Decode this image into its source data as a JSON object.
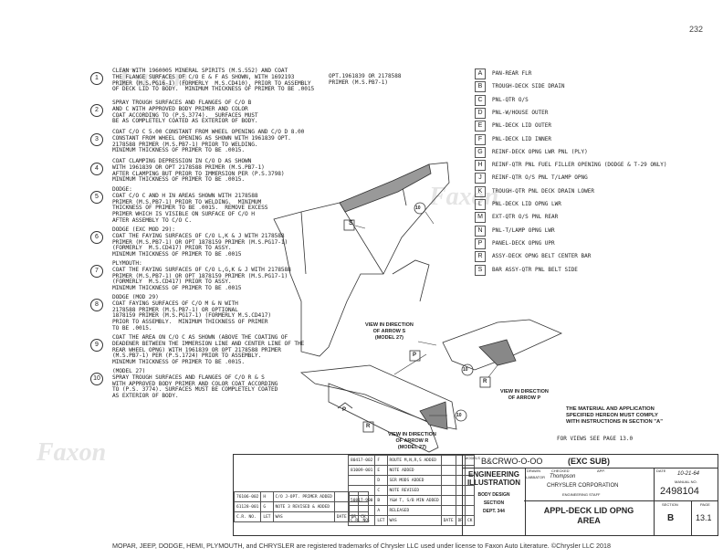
{
  "page_number": "232",
  "watermark": "Faxon AUTO LITERATURE",
  "notes": [
    {
      "num": "1",
      "text": "CLEAN WITH 1960005 MINERAL SPIRITS (M.S.552) AND COAT\nTHE FLANGE SURFACES OF C/O E & F AS SHOWN, WITH 1692193\nPRIMER (M.S.PG16-1) (FORMERLY  M.S.CD410), PRIOR TO ASSEMBLY\nOF DECK LID TO BODY.  MINIMUM THICKNESS OF PRIMER TO BE .0015"
    },
    {
      "num": "2",
      "text": "SPRAY TROUGH SURFACES AND FLANGES OF C/O B\nAND C WITH APPROVED BODY PRIMER AND COLOR\nCOAT ACCORDING TO (P.S.3774).  SURFACES MUST\nBE AS COMPLETELY COATED AS EXTERIOR OF BODY."
    },
    {
      "num": "3",
      "text": "COAT C/O C 5.00 CONSTANT FROM WHEEL OPENING AND C/O D 8.00\nCONSTANT FROM WHEEL OPENING AS SHOWN WITH 1961839 OPT.\n2178588 PRIMER (M.S.PB7-1) PRIOR TO WELDING.\nMINIMUM THICKNESS OF PRIMER TO BE .0015."
    },
    {
      "num": "4",
      "text": "COAT CLAMPING DEPRESSION IN C/O D AS SHOWN\nWITH 1961839 OR OPT 2178588 PRIMER (M.S.PB7-1)\nAFTER CLAMPING BUT PRIOR TO IMMERSION PER (P.S.3798)\nMINIMUM THICKNESS OF PRIMER TO BE .0015."
    },
    {
      "num": "5",
      "text": "DODGE:\nCOAT C/O C AND H IN AREAS SHOWN WITH 2178588\nPRIMER (M.S.PB7-1) PRIOR TO WELDING.  MINIMUM\nTHICKNESS OF PRIMER TO BE .0015.  REMOVE EXCESS\nPRIMER WHICH IS VISIBLE ON SURFACE OF C/O H\nAFTER ASSEMBLY TO C/O C."
    },
    {
      "num": "6",
      "text": "DODGE (EXC MOD 29):\nCOAT THE FAYING SURFACES OF C/O L,K & J WITH 2178588\nPRIMER (M.S.PB7-1) OR OPT 1878159 PRIMER (M.S.PG17-1)\n(FORMERLY  M.S.CD417) PRIOR TO ASSY.\nMINIMUM THICKNESS OF PRIMER TO BE .0015"
    },
    {
      "num": "7",
      "text": "PLYMOUTH:\nCOAT THE FAYING SURFACES OF C/O L,G,K & J WITH 2178588\nPRIMER (M.S.PB7-1) OR OPT 1878159 PRIMER (M.S.PG17-1)\n(FORMERLY  M.S.CD417) PRIOR TO ASSY.\nMINIMUM THICKNESS OF PRIMER TO BE .0015"
    },
    {
      "num": "8",
      "text": "DODGE (MOD 29)\nCOAT FAYING SURFACES OF C/O M & N WITH\n2178588 PRIMER (M.S.PB7-1) OR OPTIONAL\n1878159 PRIMER (M.S.PG17-1) (FORMERLY M.S.CD417)\nPRIOR TO ASSEMBLY.  MINIMUM THICKNESS OF PRIMER\nTO BE .0015."
    },
    {
      "num": "9",
      "text": "COAT THE AREA ON C/O C AS SHOWN (ABOVE THE COATING OF\nDEADENER BETWEEN THE IMMERSION LINE AND CENTER LINE OF THE\nREAR WHEEL OPNG) WITH 1961839 OR OPT 2178588 PRIMER\n(M.S.PB7-1) PER (P.S.1724) PRIOR TO ASSEMBLY.\nMINIMUM THICKNESS OF PRIMER TO BE .0015."
    },
    {
      "num": "10",
      "text": "(MODEL 27)\nSPRAY TROUGH SURFACES AND FLANGES OF C/O R & S\nWITH APPROVED BODY PRIMER AND COLOR COAT ACCORDING\nTO (P.S. 3774). SURFACES MUST BE COMPLETELY COATED\nAS EXTERIOR OF BODY."
    }
  ],
  "note1_option": "OPT.1961839 OR 2178588\nPRIMER (M.S.PB7-1)",
  "legend": [
    {
      "key": "A",
      "label": "PAN-REAR FLR"
    },
    {
      "key": "B",
      "label": "TROUGH-DECK SIDE DRAIN"
    },
    {
      "key": "C",
      "label": "PNL-QTR O/S"
    },
    {
      "key": "D",
      "label": "PNL-W/HOUSE OUTER"
    },
    {
      "key": "E",
      "label": "PNL-DECK LID OUTER"
    },
    {
      "key": "F",
      "label": "PNL-DECK LID INNER"
    },
    {
      "key": "G",
      "label": "REINF-DECK OPNG LWR PNL (PLY)"
    },
    {
      "key": "H",
      "label": "REINF-QTR PNL FUEL FILLER OPENING (DODGE & T-29 ONLY)"
    },
    {
      "key": "J",
      "label": "REINF-QTR O/S PNL T/LAMP OPNG"
    },
    {
      "key": "K",
      "label": "TROUGH-QTR PNL DECK DRAIN LOWER"
    },
    {
      "key": "L",
      "label": "PNL-DECK LID OPNG LWR"
    },
    {
      "key": "M",
      "label": "EXT-QTR O/S PNL REAR"
    },
    {
      "key": "N",
      "label": "PNL-T/LAMP OPNG LWR"
    },
    {
      "key": "P",
      "label": "PANEL-DECK OPNG UPR"
    },
    {
      "key": "R",
      "label": "ASSY-DECK OPNG BELT CENTER BAR"
    },
    {
      "key": "S",
      "label": "BAR ASSY-QTR PNL BELT SIDE"
    }
  ],
  "callouts": {
    "s": "S",
    "ten": "10",
    "p": "P",
    "r": "R",
    "p_arrow": "P"
  },
  "captions": {
    "view_s": "VIEW IN DIRECTION\nOF ARROW S\n(MODEL 27)",
    "view_p": "VIEW IN DIRECTION\nOF ARROW P",
    "view_r": "VIEW IN DIRECTION\nOF ARROW R\n(MODEL 27)"
  },
  "material_note": "THE MATERIAL AND APPLICATION\nSPECIFIED HEREON MUST COMPLY\nWITH INSTRUCTIONS IN SECTION \"A\"",
  "views_note": "FOR VIEWS SEE PAGE 13.0",
  "title_block": {
    "model_label": "MODELS",
    "model": "B&CRWO-O-OO",
    "model_note": "(EXC SUB)",
    "engineering": "ENGINEERING",
    "illustration": "ILLUSTRATION",
    "body_design": "BODY DESIGN",
    "section_label_left": "SECTION",
    "dept": "DEPT. 344",
    "drawn_label": "DRAWN",
    "checked_label": "CHECKED",
    "app_label": "APP.",
    "date_label": "DATE",
    "drawn": "LABBATOR",
    "checked": "Thompson",
    "date": "10-21-64",
    "company": "CHRYSLER CORPORATION",
    "staff": "ENGINEERING STAFF",
    "manual_label": "MANUAL NO.",
    "manual_no": "2498104",
    "title_line1": "APPL-DECK LID OPNG",
    "title_line2": "AREA",
    "section_label": "SECTION",
    "page_label": "PAGE",
    "section": "B",
    "page": "13.1",
    "rev_headers": [
      "C.R. NO.",
      "LET",
      "WAS",
      "DATE",
      "DR",
      "CK"
    ],
    "rev_left": [
      {
        "cr": "76106-002",
        "let": "H",
        "was": "C/O J-OPT. PRIMER ADDED"
      },
      {
        "cr": "61128-001",
        "let": "G",
        "was": "NOTE 3 REVISED & ADDED"
      }
    ],
    "rev_right": [
      {
        "cr": "80417-002",
        "let": "F",
        "was": "ROUTE M,N,R,S ADDED"
      },
      {
        "cr": "81009-001",
        "let": "E",
        "was": "NOTE ADDED"
      },
      {
        "cr": "",
        "let": "D",
        "was": "SER MODS ADDED"
      },
      {
        "cr": "",
        "let": "C",
        "was": "NOTE REVISED"
      },
      {
        "cr": "50817-900",
        "let": "B",
        "was": "Y&W T, S/B MIN ADDED"
      },
      {
        "cr": "",
        "let": "A",
        "was": "RELEASED"
      }
    ]
  },
  "footer": "MOPAR, JEEP, DODGE, HEMI, PLYMOUTH, and CHRYSLER are registered trademarks of Chrysler LLC used under license to Faxon Auto Literature. ©Chrysler LLC 2018"
}
